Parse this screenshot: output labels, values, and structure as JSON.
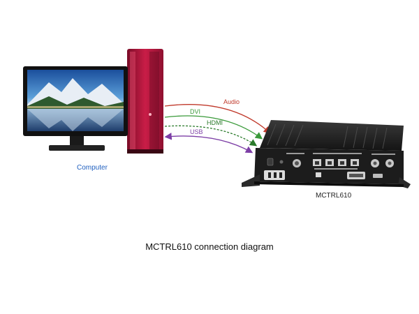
{
  "caption": "MCTRL610 connection diagram",
  "computer": {
    "label": "Computer"
  },
  "device": {
    "label": "MCTRL610"
  },
  "connections": [
    {
      "name": "Audio",
      "color": "#c0392b",
      "style": "solid",
      "direction": "to-device"
    },
    {
      "name": "DVI",
      "color": "#3a9a3a",
      "style": "solid",
      "direction": "to-device"
    },
    {
      "name": "HDMI",
      "color": "#2a7a2a",
      "style": "dashed",
      "direction": "to-device"
    },
    {
      "name": "USB",
      "color": "#7d3fa6",
      "style": "solid",
      "direction": "both"
    }
  ],
  "colors": {
    "label_blue": "#1f5fbf",
    "tower_red": "#b3123a",
    "device_dark": "#1c1c1c"
  }
}
